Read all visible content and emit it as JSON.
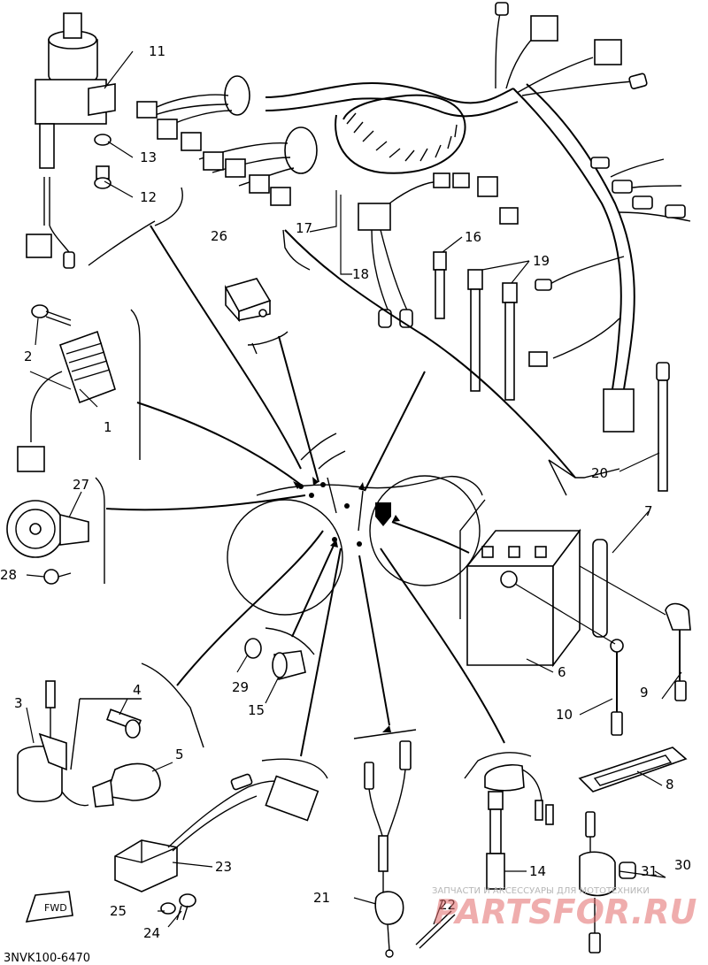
{
  "diagram": {
    "drawing_code": "3NVK100-6470",
    "fwd_label": "FWD",
    "watermark": {
      "tagline": "ЗАПЧАСТИ И АКСЕССУАРЫ ДЛЯ МОТОТЕХНИКИ",
      "logo": "PARTSFOR.RU"
    },
    "callouts": {
      "c1": "1",
      "c2": "2",
      "c3": "3",
      "c4": "4",
      "c5": "5",
      "c6": "6",
      "c7": "7",
      "c8": "8",
      "c9": "9",
      "c10": "10",
      "c11": "11",
      "c12": "12",
      "c13": "13",
      "c14": "14",
      "c15": "15",
      "c16": "16",
      "c17": "17",
      "c18": "18",
      "c19": "19",
      "c20": "20",
      "c21": "21",
      "c22": "22",
      "c23": "23",
      "c24": "24",
      "c25": "25",
      "c26": "26",
      "c27": "27",
      "c28": "28",
      "c29": "29",
      "c30": "30",
      "c31": "31"
    }
  }
}
